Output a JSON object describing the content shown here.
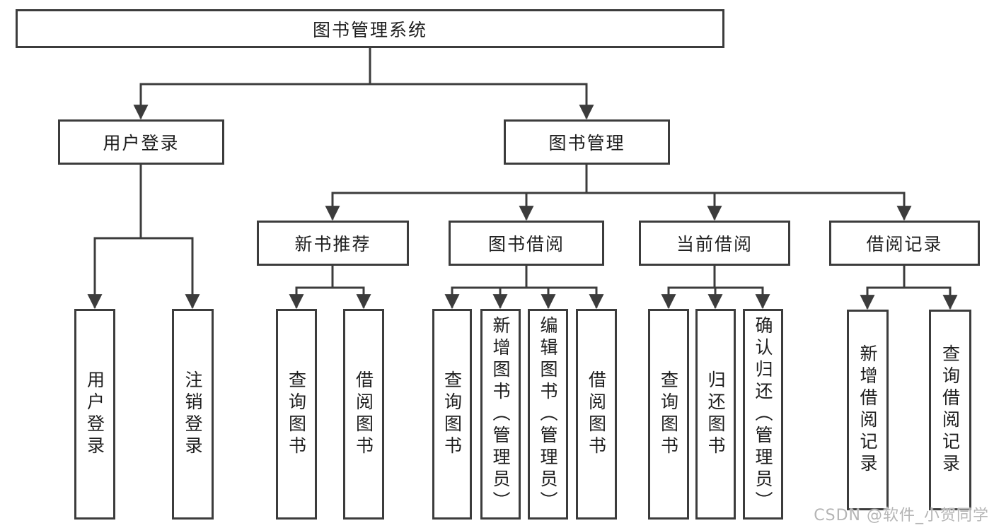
{
  "root": {
    "label": "图书管理系统"
  },
  "branches": [
    {
      "label": "用户登录",
      "children": [
        {
          "label": "用户登录"
        },
        {
          "label": "注销登录"
        }
      ]
    },
    {
      "label": "图书管理",
      "children": [
        {
          "label": "新书推荐",
          "children": [
            {
              "label": "查询图书"
            },
            {
              "label": "借阅图书"
            }
          ]
        },
        {
          "label": "图书借阅",
          "children": [
            {
              "label": "查询图书"
            },
            {
              "label": "新增图书（管理员）"
            },
            {
              "label": "编辑图书（管理员）"
            },
            {
              "label": "借阅图书"
            }
          ]
        },
        {
          "label": "当前借阅",
          "children": [
            {
              "label": "查询图书"
            },
            {
              "label": "归还图书"
            },
            {
              "label": "确认归还（管理员）"
            }
          ]
        },
        {
          "label": "借阅记录",
          "children": [
            {
              "label": "新增借阅记录"
            },
            {
              "label": "查询借阅记录"
            }
          ]
        }
      ]
    }
  ],
  "watermark": "CSDN @软件_小贺同学",
  "colors": {
    "line": "#3c3c3c",
    "text": "#1e1e1e",
    "watermark": "#b5b5b5",
    "background": "#ffffff"
  }
}
